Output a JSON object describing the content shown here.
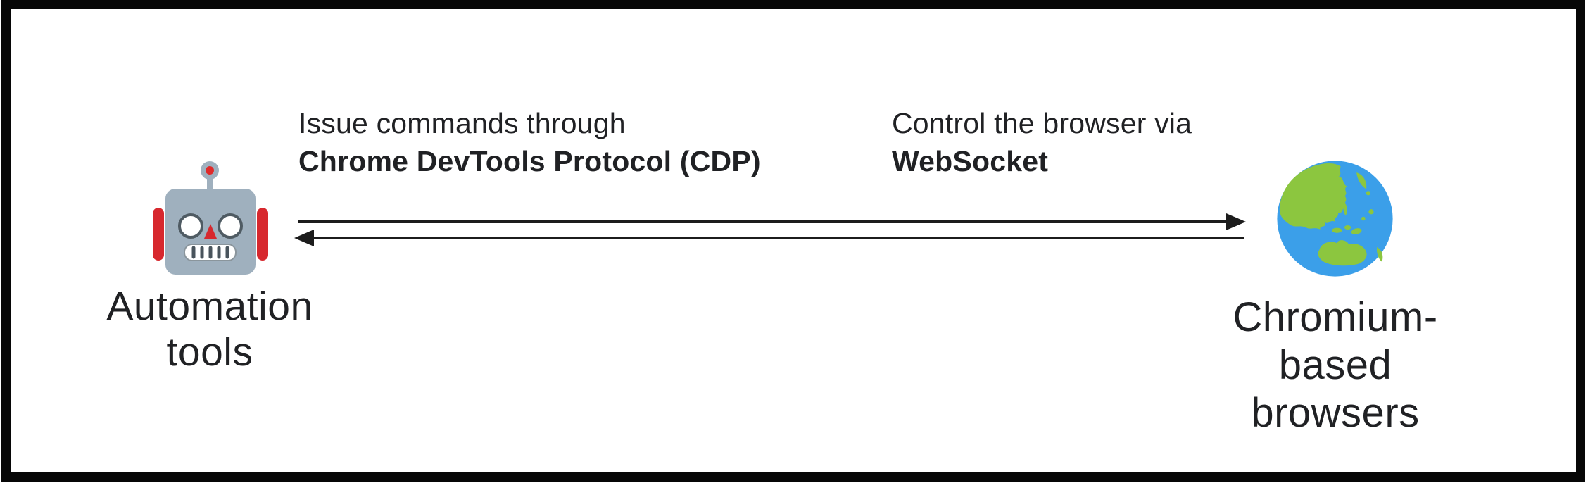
{
  "nodes": {
    "left": {
      "label": "Automation\ntools",
      "icon": "robot"
    },
    "right": {
      "label": "Chromium-based\nbrowsers",
      "icon": "globe-asia-australia"
    }
  },
  "annotations": {
    "cdp": {
      "line1": "Issue commands through",
      "line2": "Chrome DevTools Protocol (CDP)"
    },
    "websocket": {
      "line1": "Control the browser via",
      "line2": "WebSocket"
    }
  },
  "arrows": {
    "top_direction": "left-to-right",
    "bottom_direction": "right-to-left"
  },
  "colors": {
    "frame_border": "#070707",
    "text": "#202124",
    "arrow": "#1c1c1c",
    "robot_head": "#9FB0BE",
    "robot_red": "#D7282E",
    "robot_eye_ring": "#4F5B63",
    "globe_ocean": "#3B9FE9",
    "globe_land": "#8CC63F"
  }
}
